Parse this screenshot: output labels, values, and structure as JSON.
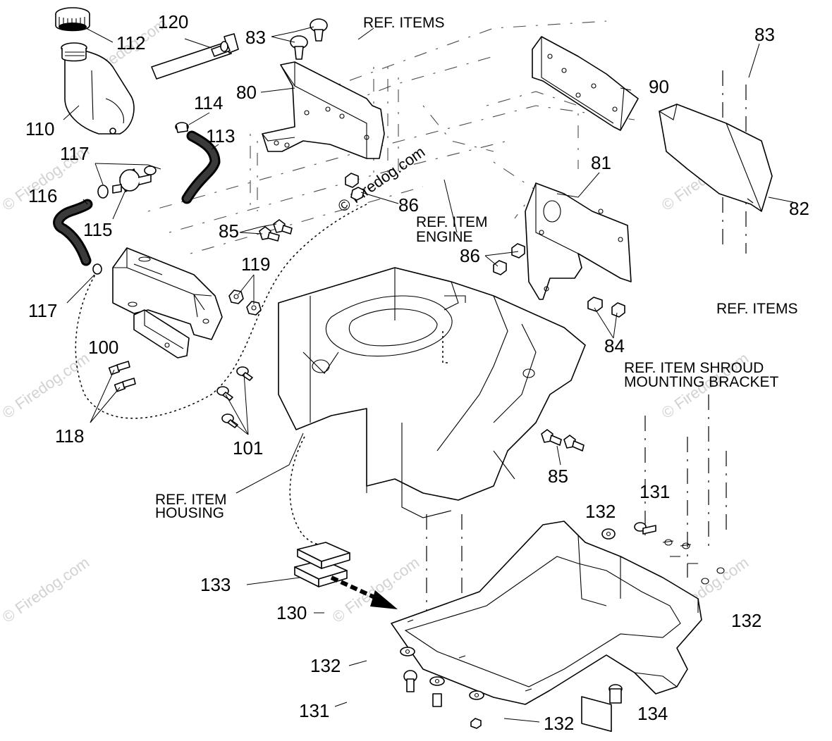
{
  "callouts": {
    "c112": "112",
    "c120": "120",
    "c83a": "83",
    "c83b": "83",
    "c110": "110",
    "c114": "114",
    "c113": "113",
    "c117a": "117",
    "c116": "116",
    "c115": "115",
    "c117b": "117",
    "c80": "80",
    "c90": "90",
    "c81": "81",
    "c82": "82",
    "c85a": "85",
    "c86a": "86",
    "c86b": "86",
    "c119": "119",
    "c100": "100",
    "c118": "118",
    "c101": "101",
    "c84": "84",
    "c85b": "85",
    "c131a": "131",
    "c132a": "132",
    "c132b": "132",
    "c133": "133",
    "c130": "130",
    "c132c": "132",
    "c131b": "131",
    "c132d": "132",
    "c134": "134"
  },
  "references": {
    "ref_items_top": "REF. ITEMS",
    "ref_item_engine_1": "REF. ITEM",
    "ref_item_engine_2": "ENGINE",
    "ref_items_right": "REF. ITEMS",
    "ref_shroud_1": "REF. ITEM SHROUD",
    "ref_shroud_2": "MOUNTING BRACKET",
    "ref_housing_1": "REF. ITEM",
    "ref_housing_2": "HOUSING"
  },
  "watermark": {
    "text": "© Firedog.com",
    "color": "#d2d2d2",
    "center_color": "#000000"
  }
}
